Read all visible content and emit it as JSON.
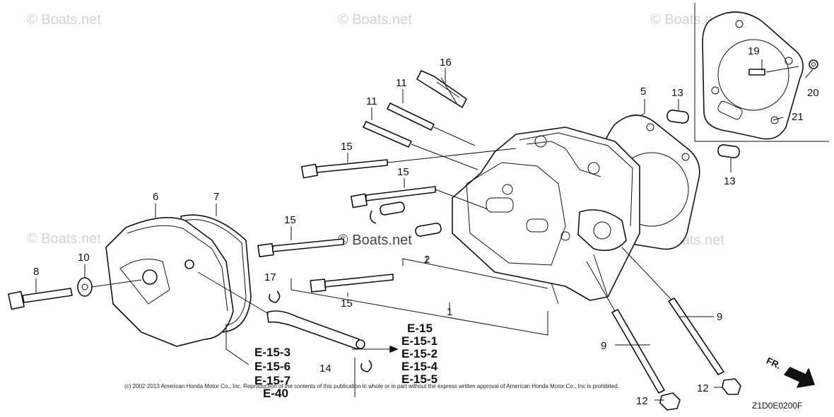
{
  "watermarks": [
    "© Boats.net",
    "© Boats.net",
    "© Boats.net",
    "© Boats.net",
    "© Boats.net",
    "© Boats.net"
  ],
  "callouts": [
    "1",
    "2",
    "5",
    "6",
    "7",
    "8",
    "9",
    "9",
    "10",
    "11",
    "11",
    "12",
    "12",
    "13",
    "13",
    "14",
    "15",
    "15",
    "15",
    "15",
    "16",
    "17",
    "19",
    "20",
    "21"
  ],
  "references": {
    "breather": [
      "E-15-3",
      "E-15-6",
      "E-15-7",
      "E-40"
    ],
    "tube": [
      "E-15",
      "E-15-1",
      "E-15-2",
      "E-15-4",
      "E-15-5"
    ]
  },
  "copyright": "(c) 2002-2013 American Honda Motor Co., Inc. Reproduction of the contents of this publication in whole or in part without the express written approval of American Honda Motor Co., Inc is prohibited.",
  "diagram_code": "Z1D0E0200F",
  "direction_label": "FR."
}
